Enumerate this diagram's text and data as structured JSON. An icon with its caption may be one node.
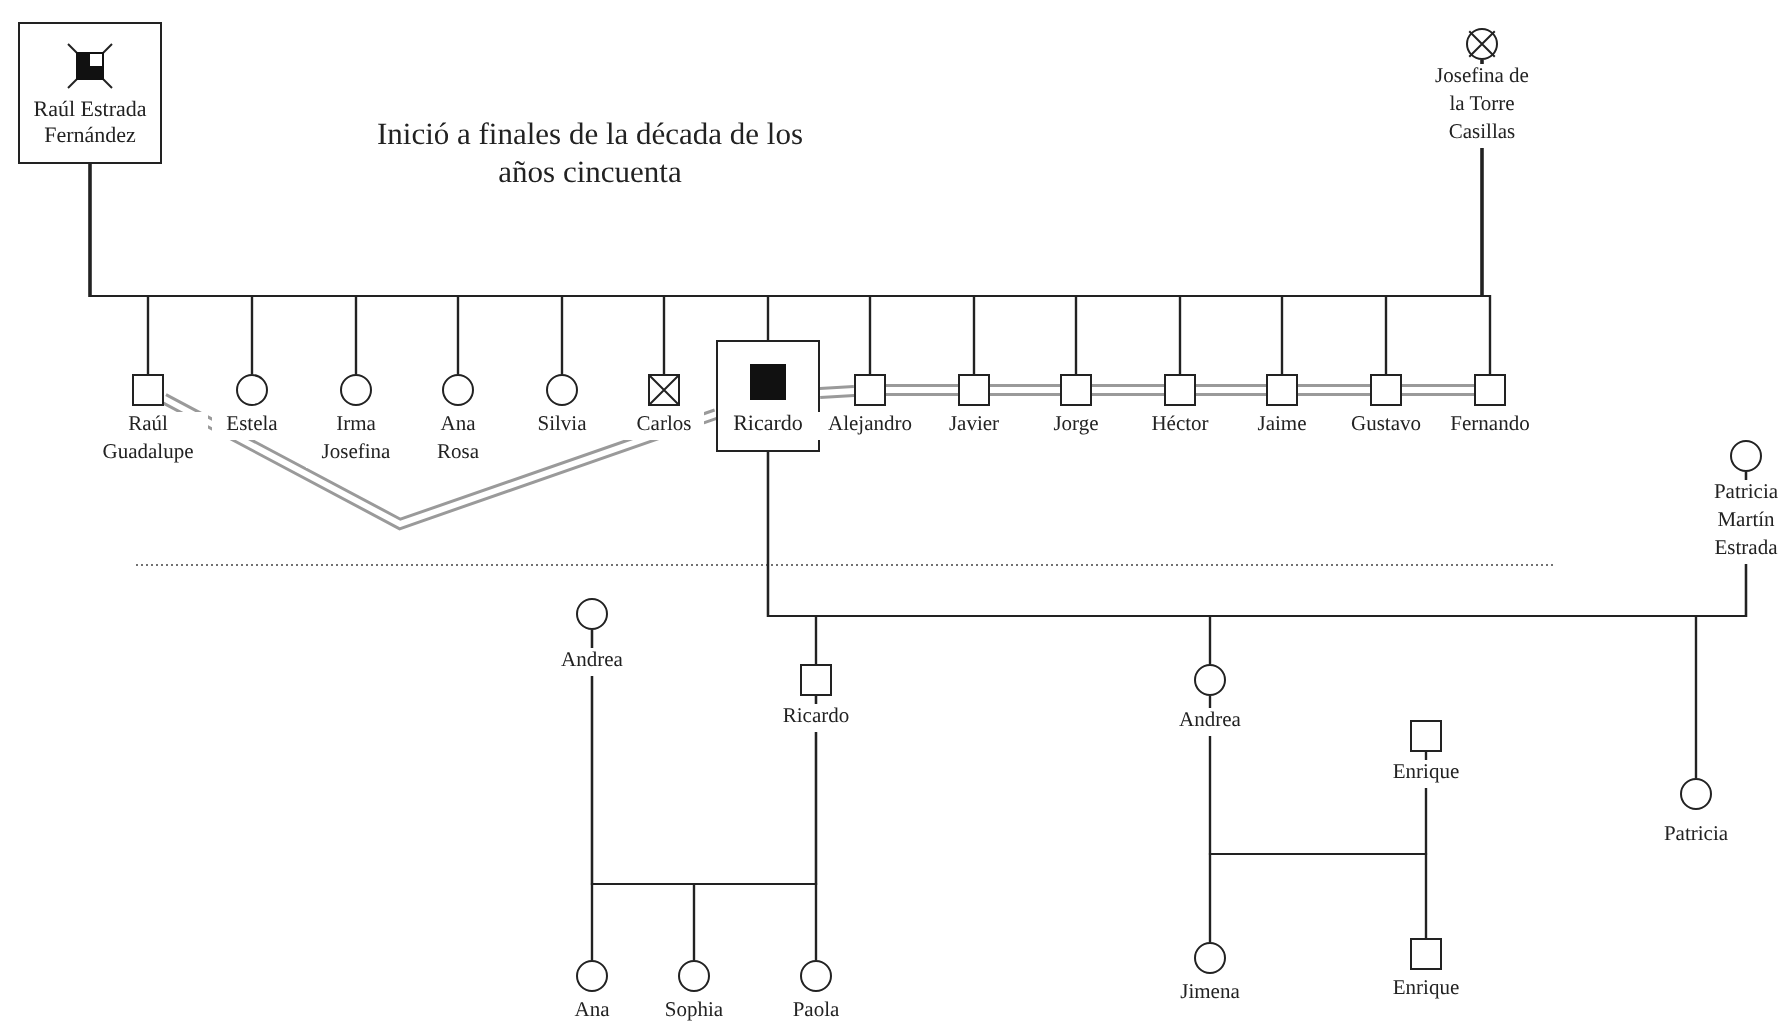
{
  "diagram": {
    "nodes": [
      {
        "text": [
          "Raúl Estrada Fernández"
        ]
      },
      {
        "text": [],
        "shape": "crossed-circle",
        "beside": [
          "Josefina de la Torre Casillas"
        ]
      },
      {
        "text": [],
        "shape": "box",
        "beside": [
          "Raúl Guadalupe"
        ]
      },
      {
        "text": [],
        "shape": "circle",
        "beside": [
          "Estela"
        ]
      },
      {
        "text": [],
        "shape": "circle",
        "beside": [
          "Irma Josefina"
        ]
      },
      {
        "text": [],
        "shape": "circle",
        "beside": [
          "Ana Rosa"
        ]
      },
      {
        "text": [],
        "shape": "circle",
        "beside": [
          "Silvia"
        ]
      },
      {
        "text": [],
        "shape": "crossed-box",
        "beside": [
          "Carlos"
        ]
      },
      {
        "text": [
          "Ricardo"
        ]
      },
      {
        "text": [],
        "shape": "box",
        "beside": [
          "Alejandro"
        ]
      },
      {
        "text": [],
        "shape": "box",
        "beside": [
          "Javier"
        ]
      },
      {
        "text": [],
        "shape": "box",
        "beside": [
          "Jorge"
        ]
      },
      {
        "text": [],
        "shape": "box",
        "beside": [
          "Héctor"
        ]
      },
      {
        "text": [],
        "shape": "box",
        "beside": [
          "Jaime"
        ]
      },
      {
        "text": [],
        "shape": "box",
        "beside": [
          "Gustavo"
        ]
      },
      {
        "text": [],
        "shape": "box",
        "beside": [
          "Fernando"
        ]
      },
      {
        "text": [],
        "shape": "circle",
        "beside": [
          "Patricia Martín Estrada"
        ]
      },
      {
        "text": [],
        "shape": "circle",
        "beside": [
          "Andrea"
        ]
      },
      {
        "text": [],
        "shape": "box",
        "beside": [
          "Ricardo"
        ]
      },
      {
        "text": [],
        "shape": "circle",
        "beside": [
          "Andrea"
        ]
      },
      {
        "text": [],
        "shape": "box",
        "beside": [
          "Enrique"
        ]
      },
      {
        "text": [],
        "shape": "circle",
        "beside": [
          "Patricia"
        ]
      },
      {
        "text": [],
        "shape": "circle",
        "beside": [
          "Ana"
        ]
      },
      {
        "text": [],
        "shape": "circle",
        "beside": [
          "Sophia"
        ]
      },
      {
        "text": [],
        "shape": "circle",
        "beside": [
          "Paola"
        ]
      },
      {
        "text": [],
        "shape": "circle",
        "beside": [
          "Jimena"
        ]
      },
      {
        "text": [],
        "shape": "box",
        "beside": [
          "Enrique"
        ]
      }
    ],
    "edges": [
      {
        "from": 0,
        "to": 2,
        "arrow": "none"
      },
      {
        "from": 1,
        "to": 2,
        "arrow": "none"
      },
      {
        "from": 0,
        "to": 3,
        "arrow": "none"
      },
      {
        "from": 1,
        "to": 3,
        "arrow": "none"
      },
      {
        "from": 0,
        "to": 4,
        "arrow": "none"
      },
      {
        "from": 1,
        "to": 4,
        "arrow": "none"
      },
      {
        "from": 0,
        "to": 5,
        "arrow": "none"
      },
      {
        "from": 1,
        "to": 5,
        "arrow": "none"
      },
      {
        "from": 0,
        "to": 6,
        "arrow": "none"
      },
      {
        "from": 1,
        "to": 6,
        "arrow": "none"
      },
      {
        "from": 0,
        "to": 7,
        "arrow": "none"
      },
      {
        "from": 1,
        "to": 7,
        "arrow": "none"
      },
      {
        "from": 0,
        "to": 8,
        "arrow": "none"
      },
      {
        "from": 1,
        "to": 8,
        "arrow": "none"
      },
      {
        "from": 0,
        "to": 9,
        "arrow": "none"
      },
      {
        "from": 1,
        "to": 9,
        "arrow": "none"
      },
      {
        "from": 0,
        "to": 10,
        "arrow": "none"
      },
      {
        "from": 1,
        "to": 10,
        "arrow": "none"
      },
      {
        "from": 0,
        "to": 11,
        "arrow": "none"
      },
      {
        "from": 1,
        "to": 11,
        "arrow": "none"
      },
      {
        "from": 0,
        "to": 12,
        "arrow": "none"
      },
      {
        "from": 1,
        "to": 12,
        "arrow": "none"
      },
      {
        "from": 0,
        "to": 13,
        "arrow": "none"
      },
      {
        "from": 1,
        "to": 13,
        "arrow": "none"
      },
      {
        "from": 0,
        "to": 14,
        "arrow": "none"
      },
      {
        "from": 1,
        "to": 14,
        "arrow": "none"
      },
      {
        "from": 0,
        "to": 15,
        "arrow": "none"
      },
      {
        "from": 1,
        "to": 15,
        "arrow": "none"
      },
      {
        "from": 8,
        "to": 18,
        "arrow": "none"
      },
      {
        "from": 16,
        "to": 18,
        "arrow": "none"
      },
      {
        "from": 8,
        "to": 19,
        "arrow": "none"
      },
      {
        "from": 16,
        "to": 19,
        "arrow": "none"
      },
      {
        "from": 8,
        "to": 21,
        "arrow": "none"
      },
      {
        "from": 16,
        "to": 21,
        "arrow": "none"
      },
      {
        "from": 17,
        "to": 22,
        "arrow": "none"
      },
      {
        "from": 18,
        "to": 22,
        "arrow": "none"
      },
      {
        "from": 17,
        "to": 23,
        "arrow": "none"
      },
      {
        "from": 18,
        "to": 23,
        "arrow": "none"
      },
      {
        "from": 17,
        "to": 24,
        "arrow": "none"
      },
      {
        "from": 18,
        "to": 24,
        "arrow": "none"
      },
      {
        "from": 19,
        "to": 25,
        "arrow": "none"
      },
      {
        "from": 20,
        "to": 25,
        "arrow": "none"
      },
      {
        "from": 19,
        "to": 26,
        "arrow": "none"
      },
      {
        "from": 20,
        "to": 26,
        "arrow": "none"
      },
      {
        "from": 2,
        "to": 8,
        "arrow": "none",
        "color": "#9a9a9a"
      },
      {
        "from": 8,
        "to": 9,
        "arrow": "none",
        "color": "#9a9a9a"
      },
      {
        "from": 9,
        "to": 10,
        "arrow": "none",
        "color": "#9a9a9a"
      },
      {
        "from": 10,
        "to": 11,
        "arrow": "none",
        "color": "#9a9a9a"
      },
      {
        "from": 11,
        "to": 12,
        "arrow": "none",
        "color": "#9a9a9a"
      },
      {
        "from": 12,
        "to": 13,
        "arrow": "none",
        "color": "#9a9a9a"
      },
      {
        "from": 13,
        "to": 14,
        "arrow": "none",
        "color": "#9a9a9a"
      },
      {
        "from": 14,
        "to": 15,
        "arrow": "none",
        "color": "#9a9a9a"
      }
    ],
    "labels": [
      "Inició a finales de la década de los años cincuenta"
    ]
  }
}
